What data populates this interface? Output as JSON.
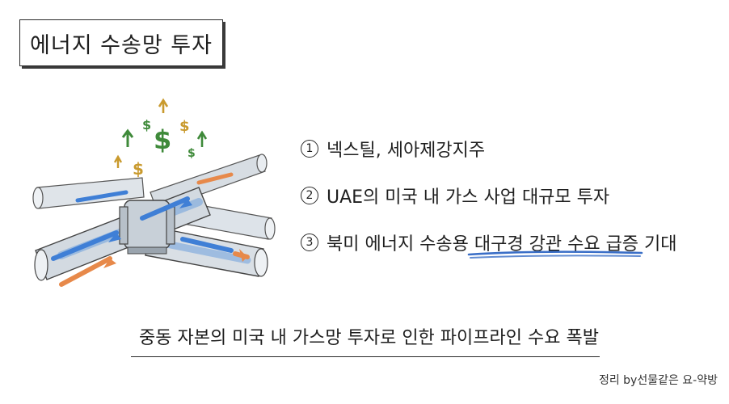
{
  "title": "에너지 수송망 투자",
  "points": [
    {
      "num": "1",
      "text": "넥스틸, 세아제강지주"
    },
    {
      "num": "2",
      "text": "UAE의 미국 내 가스 사업 대규모 투자"
    },
    {
      "num": "3",
      "text_before": "북미 에너지 수송용 ",
      "text_highlight": "대구경 강관 수요 급증",
      "text_after": " 기대"
    }
  ],
  "conclusion": "중동 자본의 미국 내 가스망 투자로 인한 파이프라인 수요 폭발",
  "credit": "정리 by선물같은 요-약방",
  "illustration": {
    "icons": [
      "dollar-sign-icon",
      "up-arrow-icon",
      "pipeline-illustration"
    ]
  },
  "colors": {
    "underline": "#3b6fc7",
    "arrow_blue": "#3f7fd6",
    "arrow_orange": "#e7894a",
    "dollar_green": "#3f8a3a",
    "dollar_gold": "#c99a2e"
  }
}
